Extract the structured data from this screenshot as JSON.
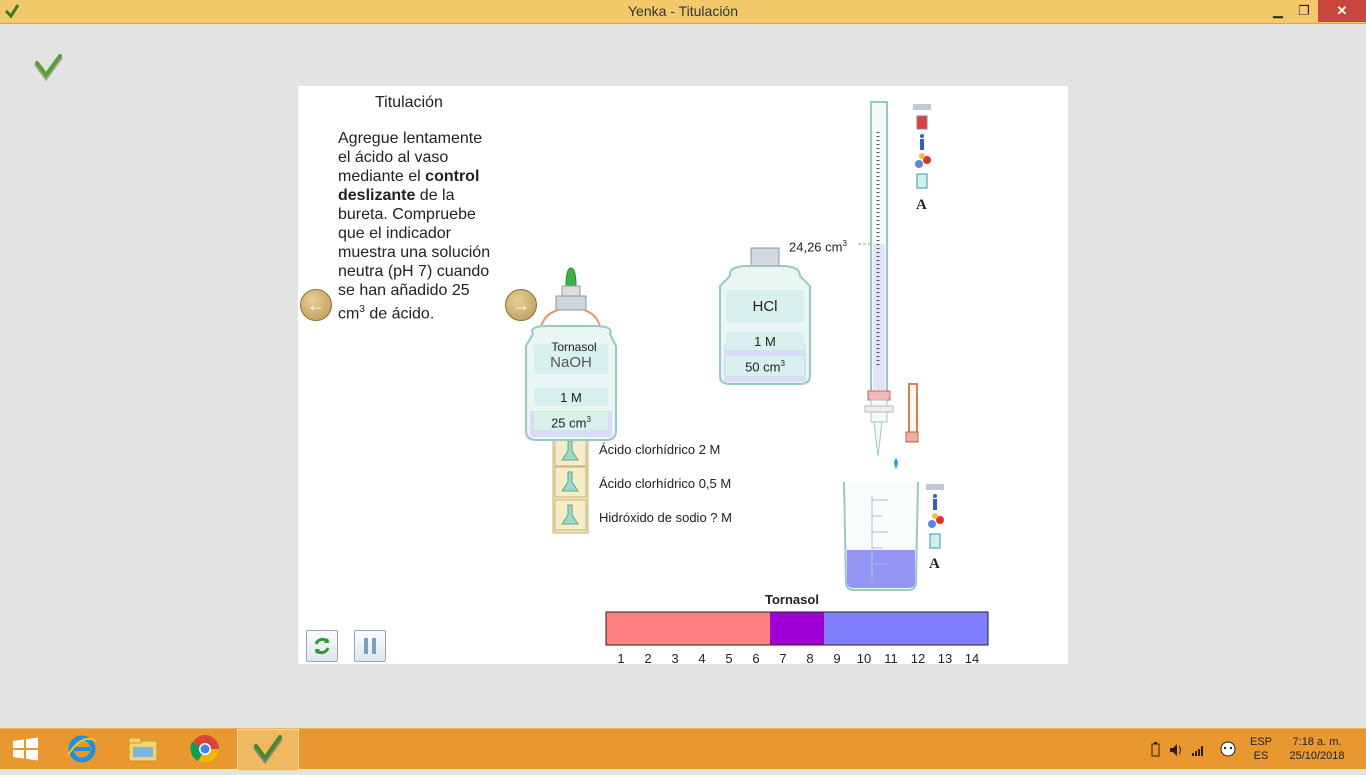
{
  "window": {
    "title": "Yenka - Titulación",
    "minimize": "▁",
    "restore": "❐",
    "close": "✕"
  },
  "page": {
    "title": "Titulación",
    "instructions": {
      "part1": "Agregue lentamente el ácido al vaso mediante el ",
      "bold": "control deslizante",
      "part2": " de la bureta. Compruebe que el indicador muestra una solución neutra (pH 7) cuando se han añadido 25 cm",
      "sup": "3",
      "part3": " de ácido."
    },
    "nav": {
      "prev": "←",
      "next": "→"
    }
  },
  "naoh_bottle": {
    "indicator": "Tornasol",
    "name": "NaOH",
    "concentration": "1 M",
    "volume": "25 cm",
    "volume_sup": "3"
  },
  "hcl_bottle": {
    "name": "HCl",
    "concentration": "1 M",
    "volume": "50 cm",
    "volume_sup": "3"
  },
  "flask_list": [
    {
      "label": "Ácido clorhídrico 2 M"
    },
    {
      "label": "Ácido clorhídrico 0,5 M"
    },
    {
      "label": "Hidróxido  de sodio ? M"
    }
  ],
  "burette": {
    "reading": "24,26 cm",
    "reading_sup": "3"
  },
  "ph_scale": {
    "title": "Tornasol",
    "numbers": [
      "1",
      "2",
      "3",
      "4",
      "5",
      "6",
      "7",
      "8",
      "9",
      "10",
      "11",
      "12",
      "13",
      "14"
    ],
    "colors": {
      "acid": "#ff8080",
      "neutral": "#a000d8",
      "base": "#8080ff"
    }
  },
  "controls": {
    "reset": "reset-icon",
    "pause": "pause-icon"
  },
  "taskbar": {
    "lang_top": "ESP",
    "lang_bottom": "ES",
    "time": "7:18 a. m.",
    "date": "25/10/2018"
  }
}
